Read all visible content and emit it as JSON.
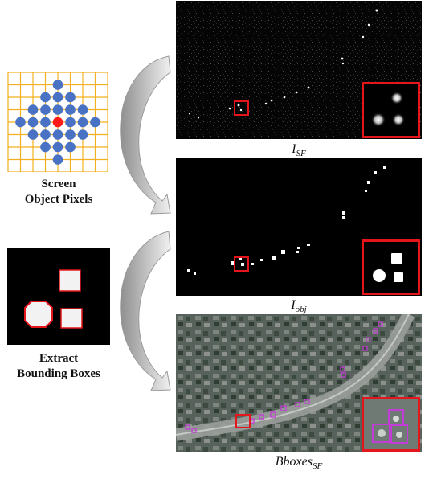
{
  "left": {
    "step1_label_line1": "Screen",
    "step1_label_line2": "Object Pixels",
    "step2_label_line1": "Extract",
    "step2_label_line2": "Bounding Boxes"
  },
  "captions": {
    "isf_main": "I",
    "isf_sub": "SF",
    "iobj_main": "I",
    "iobj_sub": "obj",
    "bbox_main": "Bboxes",
    "bbox_sub": "SF"
  },
  "colors": {
    "grid_line": "#f2b01e",
    "pixel_blue": "#4a72c4",
    "pixel_red": "#ff1a1a",
    "highlight_red": "#e4161b",
    "bbox_magenta": "#c33bd6",
    "arrow_gray": "#a9a9a9"
  }
}
